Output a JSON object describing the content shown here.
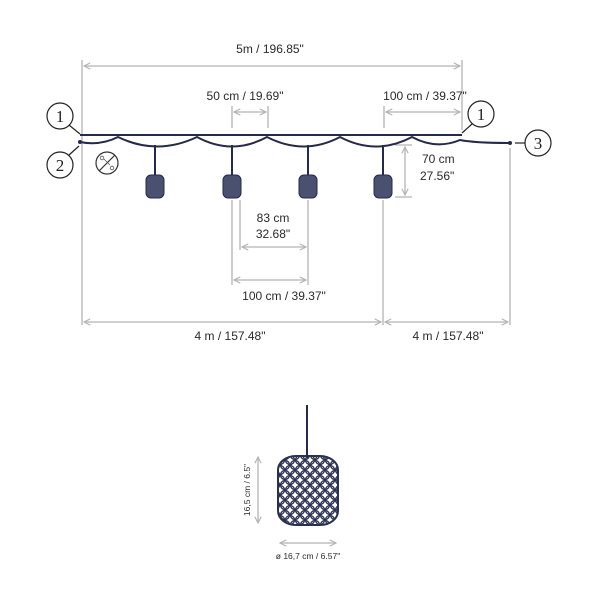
{
  "dimensions": {
    "total_length": "5m / 196.85\"",
    "bulb_spacing_short": "50 cm / 19.69\"",
    "bulb_spacing_long_top": "100 cm / 39.37\"",
    "drop_height_cm": "70 cm",
    "drop_height_in": "27.56\"",
    "pendant_gap_cm": "83 cm",
    "pendant_gap_in": "32.68\"",
    "pendant_spacing": "100 cm / 39.37\"",
    "lead_left": "4 m / 157.48\"",
    "lead_right": "4 m / 157.48\""
  },
  "callouts": [
    "1",
    "1",
    "2",
    "3"
  ],
  "detail": {
    "height": "16,5 cm / 6.5\"",
    "diameter": "ø 16,7 cm / 6.57\""
  },
  "colors": {
    "cable": "#252a4a",
    "lamp": "#4a5070",
    "dimension": "#b4b4b8"
  }
}
